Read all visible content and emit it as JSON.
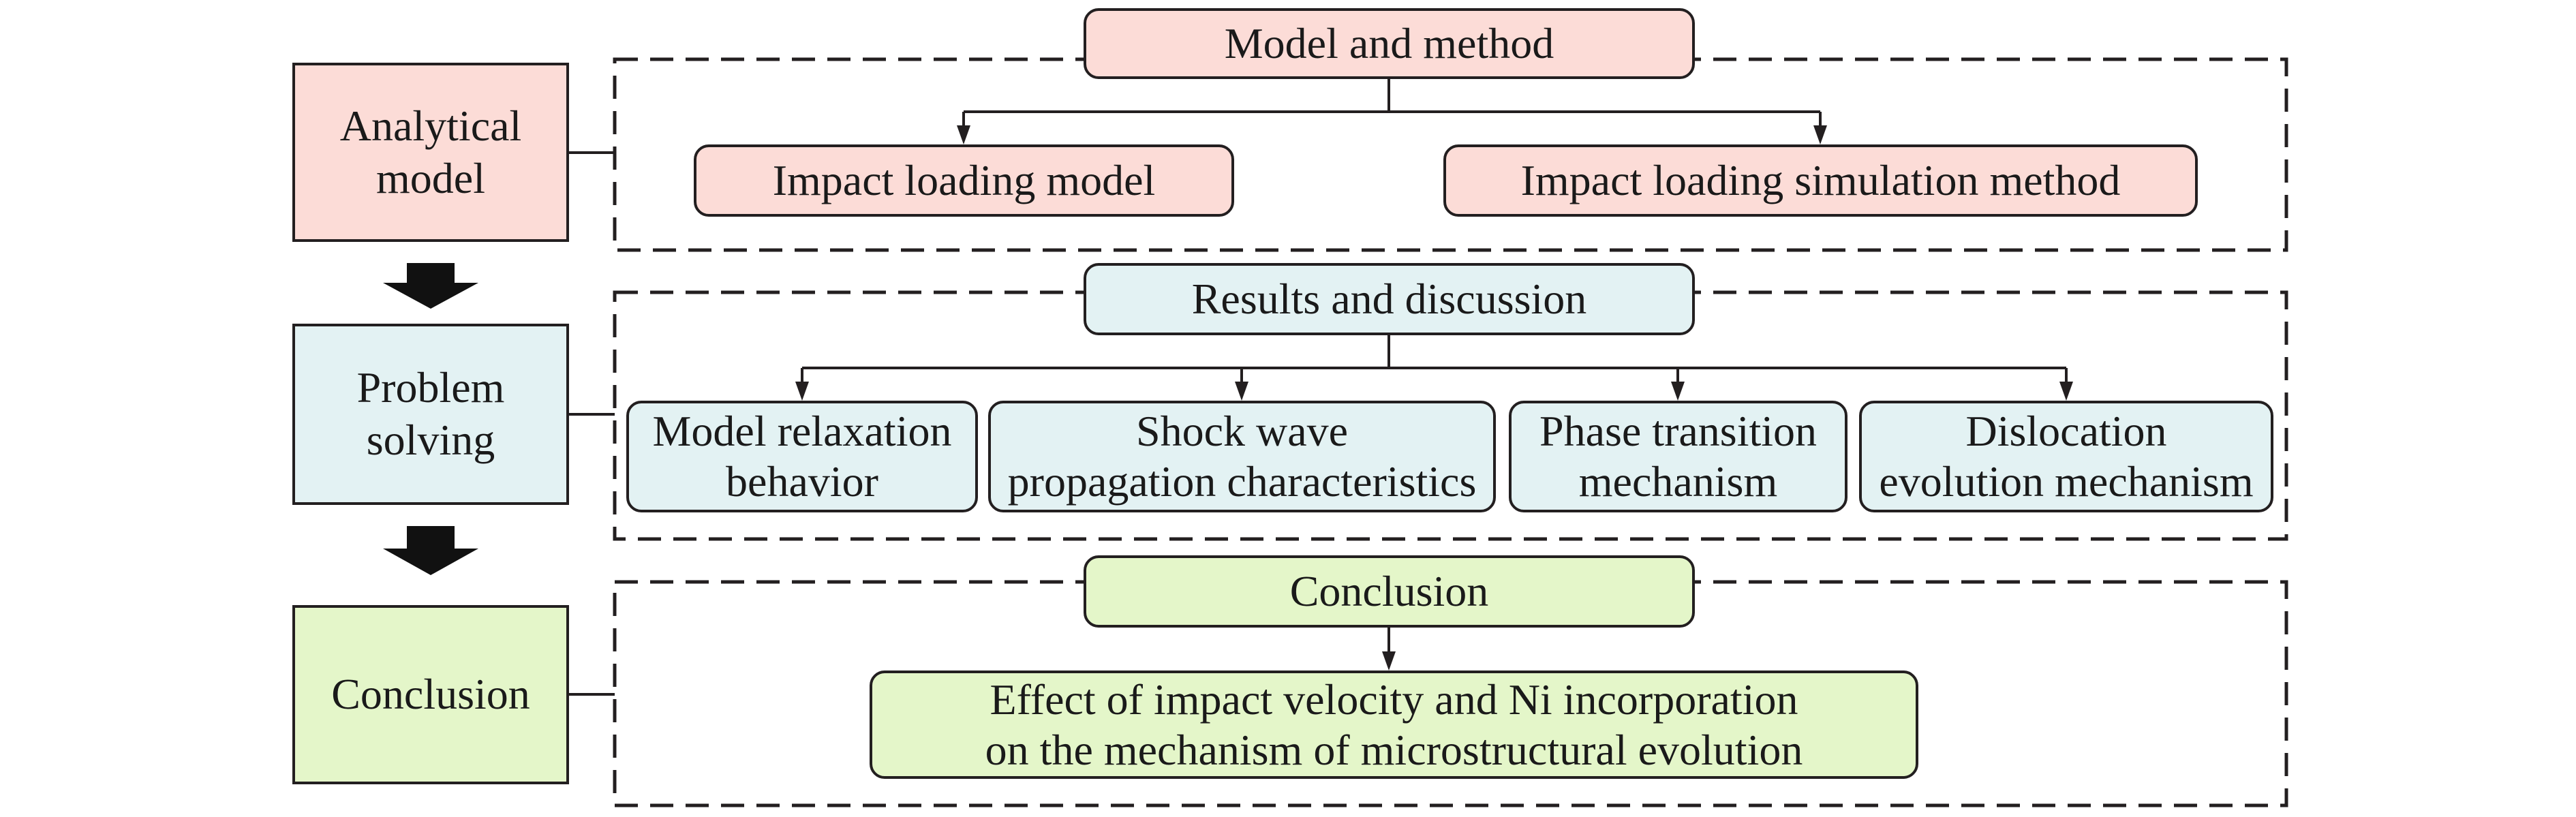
{
  "colors": {
    "analytical": "#fcdcd7",
    "problem": "#e3f2f3",
    "conclusion": "#e4f6c9",
    "border": "#231f20"
  },
  "stages": [
    {
      "label": "Analytical\nmodel"
    },
    {
      "label": "Problem\nsolving"
    },
    {
      "label": "Conclusion"
    }
  ],
  "sections": [
    {
      "header": "Model and method",
      "items": [
        "Impact loading model",
        "Impact loading simulation method"
      ]
    },
    {
      "header": "Results and discussion",
      "items": [
        "Model relaxation\nbehavior",
        "Shock wave\npropagation characteristics",
        "Phase transition\nmechanism",
        "Dislocation\nevolution mechanism"
      ]
    },
    {
      "header": "Conclusion",
      "items": [
        "Effect of impact velocity and Ni incorporation\non the mechanism of microstructural evolution"
      ]
    }
  ]
}
